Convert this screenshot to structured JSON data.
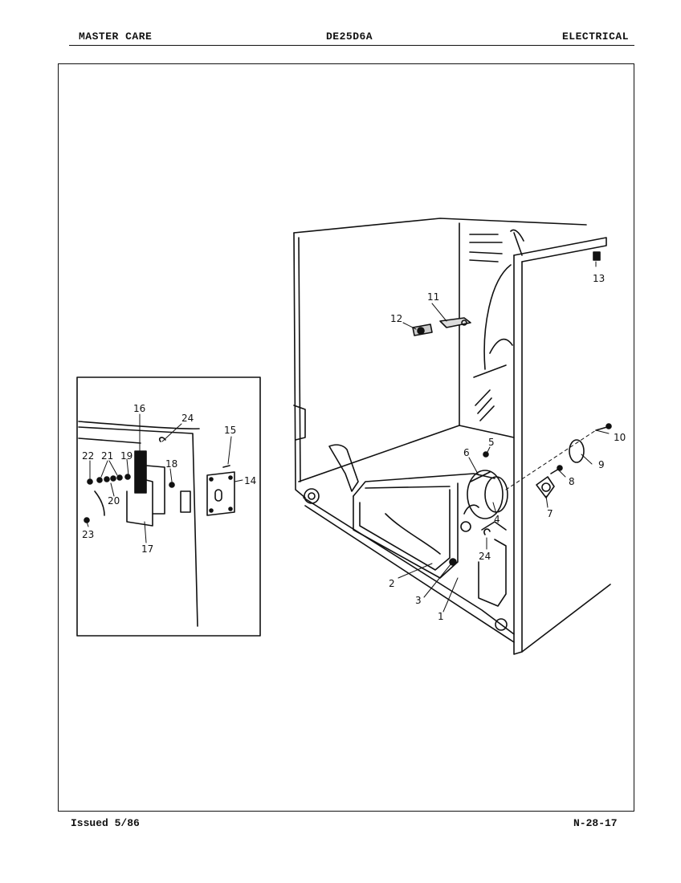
{
  "header": {
    "left": "MASTER CARE",
    "center": "DE25D6A",
    "right": "ELECTRICAL"
  },
  "footer": {
    "left": "Issued 5/86",
    "right": "N-28-17"
  },
  "callouts": {
    "c1": "1",
    "c2": "2",
    "c3": "3",
    "c4": "4",
    "c5": "5",
    "c6": "6",
    "c7": "7",
    "c8": "8",
    "c9": "9",
    "c10": "10",
    "c11": "11",
    "c12": "12",
    "c13": "13",
    "c14": "14",
    "c15": "15",
    "c16": "16",
    "c17": "17",
    "c18": "18",
    "c19": "19",
    "c20": "20",
    "c21": "21",
    "c22": "22",
    "c23": "23",
    "c24a": "24",
    "c24b": "24"
  }
}
